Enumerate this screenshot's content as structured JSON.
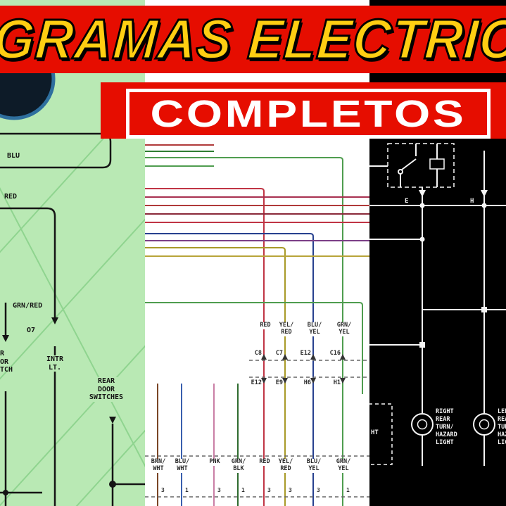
{
  "colors": {
    "banner_red": "#e60d00",
    "banner_yellow": "#ffce12",
    "subtitle_white": "#ffffff",
    "left_panel_bg": "#b9e9b4",
    "mid_panel_bg": "#ffffff",
    "right_panel_bg": "#000000",
    "wire_black": "#151515",
    "wire_red": "#c03545",
    "wire_green": "#4f9d4f",
    "wire_olive": "#a89a28",
    "wire_navy": "#27418f",
    "wire_purple": "#7c3f87",
    "wire_white": "#f5f5f5"
  },
  "banner": {
    "title": "GRAMAS ELECTRIC",
    "subtitle": "COMPLETOS"
  },
  "left_panel": {
    "labels": {
      "blu": "BLU",
      "red": "RED",
      "grn_red": "GRN/RED",
      "o7": "O7",
      "intr": "INTR\nLT.",
      "rear_door": "REAR\nDOOR\nSWITCHES",
      "edge_cut": "R\nOR\nTCH"
    }
  },
  "mid_panel": {
    "wire_labels": [
      "RED",
      "YEL/\nRED",
      "BLU/\nYEL",
      "GRN/\nYEL"
    ],
    "connector_row_top": [
      "C8",
      "C7",
      "E12",
      "C16"
    ],
    "connector_row_bottom": [
      "E12",
      "E9",
      "H6",
      "H1"
    ],
    "bottom_labels": [
      "BRN/\nWHT",
      "BLU/\nWHT",
      "PNK",
      "GRN/\nBLK",
      "RED",
      "YEL/\nRED",
      "BLU/\nYEL",
      "GRN/\nYEL"
    ],
    "pin_numbers": [
      "3",
      "1",
      "3",
      "1",
      "3",
      "3",
      "3",
      "1"
    ]
  },
  "right_panel": {
    "labels": {
      "e": "E",
      "h": "H",
      "lamp_right": "RIGHT\nREAR\nTURN/\nHAZARD\nLIGHT",
      "lamp_left": "LEFT\nREAR\nTURN/\nHAZARD\nLIGHT",
      "edge_cut": "HT"
    }
  }
}
